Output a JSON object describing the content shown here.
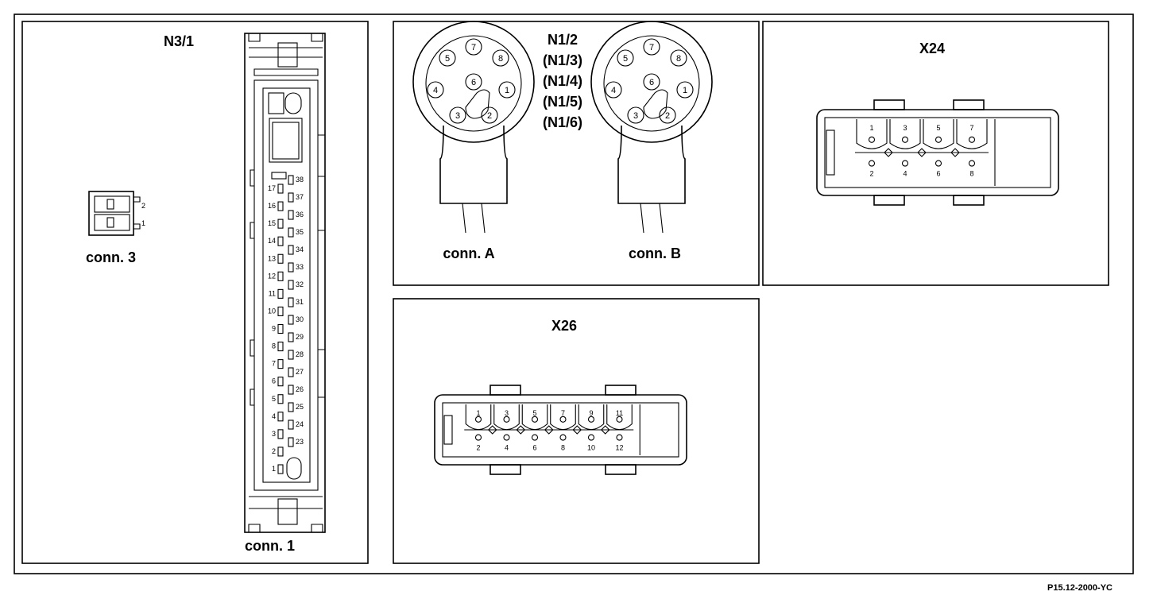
{
  "figure_ref": "P15.12-2000-YC",
  "panel_n31": {
    "title": "N3/1",
    "conn1_label": "conn. 1",
    "conn3_label": "conn. 3",
    "conn3_pins": [
      "2",
      "1"
    ],
    "left_pins": [
      "17",
      "16",
      "15",
      "14",
      "13",
      "12",
      "11",
      "10",
      "9",
      "8",
      "7",
      "6",
      "5",
      "4",
      "3",
      "2",
      "1"
    ],
    "right_pins": [
      "38",
      "37",
      "36",
      "35",
      "34",
      "33",
      "32",
      "31",
      "30",
      "29",
      "28",
      "27",
      "26",
      "25",
      "24",
      "23"
    ]
  },
  "panel_n12": {
    "titles": [
      "N1/2",
      "(N1/3)",
      "(N1/4)",
      "(N1/5)",
      "(N1/6)"
    ],
    "conn_a_label": "conn. A",
    "conn_b_label": "conn. B",
    "pins": [
      "1",
      "2",
      "3",
      "4",
      "5",
      "6",
      "7",
      "8"
    ]
  },
  "panel_x24": {
    "title": "X24",
    "top_pins": [
      "1",
      "3",
      "5",
      "7"
    ],
    "bottom_pins": [
      "2",
      "4",
      "6",
      "8"
    ]
  },
  "panel_x26": {
    "title": "X26",
    "top_pins": [
      "1",
      "3",
      "5",
      "7",
      "9",
      "11"
    ],
    "bottom_pins": [
      "2",
      "4",
      "6",
      "8",
      "10",
      "12"
    ]
  }
}
